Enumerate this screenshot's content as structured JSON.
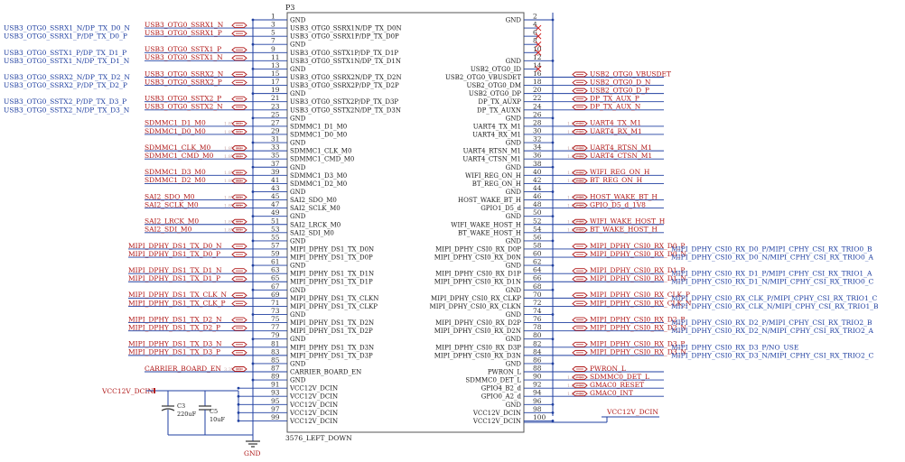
{
  "colors": {
    "wire": "#1f3fa0",
    "pin": "#333333",
    "box": "#555555",
    "net_blue": "#1f3fa0",
    "net_red": "#b01818",
    "noconn": "#d02020"
  },
  "component": {
    "ref": "P3",
    "name": "3576_LEFT_DOWN"
  },
  "capacitors": [
    {
      "ref": "C3",
      "value": "220uF"
    },
    {
      "ref": "C5",
      "value": "10uF"
    }
  ],
  "power": {
    "left_label": "VCC12V_DCIN",
    "right_label": "VCC12V_DCIN",
    "gnd_label": "GND"
  },
  "left_pins": [
    {
      "n": "1",
      "name": "GND"
    },
    {
      "n": "3",
      "name": "USB3_OTG0_SSRX1N/DP_TX_D0N",
      "net": "USB3_OTG0_SSRX1_N",
      "ext": "USB3_OTG0_SSRX1_N/DP_TX_D0_N"
    },
    {
      "n": "5",
      "name": "USB3_OTG0_SSRX1P/DP_TX_D0P",
      "net": "USB3_OTG0_SSRX1_P",
      "ext": "USB3_OTG0_SSRX1_P/DP_TX_D0_P"
    },
    {
      "n": "7",
      "name": "GND"
    },
    {
      "n": "9",
      "name": "USB3_OTG0_SSTX1P/DP_TX_D1P",
      "net": "USB3_OTG0_SSTX1_P",
      "ext": "USB3_OTG0_SSTX1_P/DP_TX_D1_P"
    },
    {
      "n": "11",
      "name": "USB3_OTG0_SSTX1N/DP_TX_D1N",
      "net": "USB3_OTG0_SSTX1_N",
      "ext": "USB3_OTG0_SSTX1_N/DP_TX_D1_N"
    },
    {
      "n": "13",
      "name": "GND"
    },
    {
      "n": "15",
      "name": "USB3_OTG0_SSRX2N/DP_TX_D2N",
      "net": "USB3_OTG0_SSRX2_N",
      "ext": "USB3_OTG0_SSRX2_N/DP_TX_D2_N"
    },
    {
      "n": "17",
      "name": "USB3_OTG0_SSRX2P/DP_TX_D2P",
      "net": "USB3_OTG0_SSRX2_P",
      "ext": "USB3_OTG0_SSRX2_P/DP_TX_D2_P"
    },
    {
      "n": "19",
      "name": "GND"
    },
    {
      "n": "21",
      "name": "USB3_OTG0_SSTX2P/DP_TX_D3P",
      "net": "USB3_OTG0_SSTX2_P",
      "ext": "USB3_OTG0_SSTX2_P/DP_TX_D3_P"
    },
    {
      "n": "23",
      "name": "USB3_OTG0_SSTX2N/DP_TX_D3N",
      "net": "USB3_OTG0_SSTX2_N",
      "ext": "USB3_OTG0_SSTX2_N/DP_TX_D3_N"
    },
    {
      "n": "25",
      "name": "GND"
    },
    {
      "n": "27",
      "name": "SDMMC1_D1_M0",
      "net": "SDMMC1_D1_M0",
      "v": "1.8V IO"
    },
    {
      "n": "29",
      "name": "SDMMC1_D0_M0",
      "net": "SDMMC1_D0_M0",
      "v": "1.8V IO"
    },
    {
      "n": "31",
      "name": "GND"
    },
    {
      "n": "33",
      "name": "SDMMC1_CLK_M0",
      "net": "SDMMC1_CLK_M0",
      "v": "1.8V IO"
    },
    {
      "n": "35",
      "name": "SDMMC1_CMD_M0",
      "net": "SDMMC1_CMD_M0",
      "v": "1.8V IO"
    },
    {
      "n": "37",
      "name": "GND"
    },
    {
      "n": "39",
      "name": "SDMMC1_D3_M0",
      "net": "SDMMC1_D3_M0",
      "v": "1.8V IO"
    },
    {
      "n": "41",
      "name": "SDMMC1_D2_M0",
      "net": "SDMMC1_D2_M0",
      "v": "1.8V IO"
    },
    {
      "n": "43",
      "name": "GND"
    },
    {
      "n": "45",
      "name": "SAI2_SDO_M0",
      "net": "SAI2_SDO_M0",
      "v": "1.8V IO"
    },
    {
      "n": "47",
      "name": "SAI2_SCLK_M0",
      "net": "SAI2_SCLK_M0",
      "v": "1.8V IO"
    },
    {
      "n": "49",
      "name": "GND"
    },
    {
      "n": "51",
      "name": "SAI2_LRCK_M0",
      "net": "SAI2_LRCK_M0",
      "v": "1.8V IO"
    },
    {
      "n": "53",
      "name": "SAI2_SDI_M0",
      "net": "SAI2_SDI_M0",
      "v": "1.8V IO"
    },
    {
      "n": "55",
      "name": "GND"
    },
    {
      "n": "57",
      "name": "MIPI_DPHY_DS1_TX_D0N",
      "net": "MIPI_DPHY_DS1_TX_D0_N"
    },
    {
      "n": "59",
      "name": "MIPI_DPHY_DS1_TX_D0P",
      "net": "MIPI_DPHY_DS1_TX_D0_P"
    },
    {
      "n": "61",
      "name": "GND"
    },
    {
      "n": "63",
      "name": "MIPI_DPHY_DS1_TX_D1N",
      "net": "MIPI_DPHY_DS1_TX_D1_N"
    },
    {
      "n": "65",
      "name": "MIPI_DPHY_DS1_TX_D1P",
      "net": "MIPI_DPHY_DS1_TX_D1_P"
    },
    {
      "n": "67",
      "name": "GND"
    },
    {
      "n": "69",
      "name": "MIPI_DPHY_DS1_TX_CLKN",
      "net": "MIPI_DPHY_DS1_TX_CLK_N"
    },
    {
      "n": "71",
      "name": "MIPI_DPHY_DS1_TX_CLKP",
      "net": "MIPI_DPHY_DS1_TX_CLK_P"
    },
    {
      "n": "73",
      "name": "GND"
    },
    {
      "n": "75",
      "name": "MIPI_DPHY_DS1_TX_D2N",
      "net": "MIPI_DPHY_DS1_TX_D2_N"
    },
    {
      "n": "77",
      "name": "MIPI_DPHY_DS1_TX_D2P",
      "net": "MIPI_DPHY_DS1_TX_D2_P"
    },
    {
      "n": "79",
      "name": "GND"
    },
    {
      "n": "81",
      "name": "MIPI_DPHY_DS1_TX_D3N",
      "net": "MIPI_DPHY_DS1_TX_D3_N"
    },
    {
      "n": "83",
      "name": "MIPI_DPHY_DS1_TX_D3P",
      "net": "MIPI_DPHY_DS1_TX_D3_P"
    },
    {
      "n": "85",
      "name": "GND"
    },
    {
      "n": "87",
      "name": "CARRIER_BOARD_EN",
      "net": "CARRIER_BOARD_EN",
      "v": "3.3V IO"
    },
    {
      "n": "89",
      "name": "GND"
    },
    {
      "n": "91",
      "name": "VCC12V_DCIN"
    },
    {
      "n": "93",
      "name": "VCC12V_DCIN"
    },
    {
      "n": "95",
      "name": "VCC12V_DCIN"
    },
    {
      "n": "97",
      "name": "VCC12V_DCIN"
    },
    {
      "n": "99",
      "name": "VCC12V_DCIN"
    }
  ],
  "right_pins": [
    {
      "n": "2",
      "name": "GND"
    },
    {
      "n": "4",
      "name": "",
      "nc": true
    },
    {
      "n": "6",
      "name": "",
      "nc": true
    },
    {
      "n": "8",
      "name": "",
      "nc": true
    },
    {
      "n": "10",
      "name": "",
      "nc": true
    },
    {
      "n": "12",
      "name": "GND"
    },
    {
      "n": "14",
      "name": "USB2_OTG0_ID",
      "nc": true
    },
    {
      "n": "16",
      "name": "USB2_OTG0_VBUSDET",
      "net": "USB2_OTG0_VBUSDET"
    },
    {
      "n": "18",
      "name": "USB2_OTG0_DM",
      "net": "USB2_OTG0_D_N"
    },
    {
      "n": "20",
      "name": "USB2_OTG0_DP",
      "net": "USB2_OTG0_D_P"
    },
    {
      "n": "22",
      "name": "DP_TX_AUXP",
      "net": "DP_TX_AUX_P"
    },
    {
      "n": "24",
      "name": "DP_TX_AUXN",
      "net": "DP_TX_AUX_N"
    },
    {
      "n": "26",
      "name": "GND"
    },
    {
      "n": "28",
      "name": "UART4_TX_M1",
      "net": "UART4_TX_M1",
      "v": "1.8V IO"
    },
    {
      "n": "30",
      "name": "UART4_RX_M1",
      "net": "UART4_RX_M1",
      "v": "1.8V IO"
    },
    {
      "n": "32",
      "name": "GND"
    },
    {
      "n": "34",
      "name": "UART4_RTSN_M1",
      "net": "UART4_RTSN_M1",
      "v": "1.8V IO"
    },
    {
      "n": "36",
      "name": "UART4_CTSN_M1",
      "net": "UART4_CTSN_M1",
      "v": "1.8V IO"
    },
    {
      "n": "38",
      "name": "GND"
    },
    {
      "n": "40",
      "name": "WIFI_REG_ON_H",
      "net": "WIFI_REG_ON_H",
      "v": "1.8V IO"
    },
    {
      "n": "42",
      "name": "BT_REG_ON_H",
      "net": "BT_REG_ON_H",
      "v": "1.8V IO"
    },
    {
      "n": "44",
      "name": "GND"
    },
    {
      "n": "46",
      "name": "HOST_WAKE_BT_H",
      "net": "HOST_WAKE_BT_H",
      "v": "1.8V IO"
    },
    {
      "n": "48",
      "name": "GPIO1_D5_d",
      "net": "GPIO_D5_d_1V8",
      "v": "1.8V IO"
    },
    {
      "n": "50",
      "name": "GND"
    },
    {
      "n": "52",
      "name": "WIFI_WAKE_HOST_H",
      "net": "WIFI_WAKE_HOST_H",
      "v": "1.8V IO"
    },
    {
      "n": "54",
      "name": "BT_WAKE_HOST_H",
      "net": "BT_WAKE_HOST_H",
      "v": "1.8V IO"
    },
    {
      "n": "56",
      "name": "GND"
    },
    {
      "n": "58",
      "name": "MIPI_DPHY_CSI0_RX_D0P",
      "net": "MIPI_DPHY_CSI0_RX_D0_P",
      "ext": "MIPI_DPHY_CSI0_RX_D0_P/MIPI_CPHY_CSI_RX_TRIO0_B"
    },
    {
      "n": "60",
      "name": "MIPI_DPHY_CSI0_RX_D0N",
      "net": "MIPI_DPHY_CSI0_RX_D0_N",
      "ext": "MIPI_DPHY_CSI0_RX_D0_N/MIPI_CPHY_CSI_RX_TRIO0_A"
    },
    {
      "n": "62",
      "name": "GND"
    },
    {
      "n": "64",
      "name": "MIPI_DPHY_CSI0_RX_D1P",
      "net": "MIPI_DPHY_CSI0_RX_D1_P",
      "ext": "MIPI_DPHY_CSI0_RX_D1_P/MIPI_CPHY_CSI_RX_TRIO1_A"
    },
    {
      "n": "66",
      "name": "MIPI_DPHY_CSI0_RX_D1N",
      "net": "MIPI_DPHY_CSI0_RX_D1_N",
      "ext": "MIPI_DPHY_CSI0_RX_D1_N/MIPI_CPHY_CSI_RX_TRIO0_C"
    },
    {
      "n": "68",
      "name": "GND"
    },
    {
      "n": "70",
      "name": "MIPI_DPHY_CSI0_RX_CLKP",
      "net": "MIPI_DPHY_CSI0_RX_CLK_P",
      "ext": "MIPI_DPHY_CSI0_RX_CLK_P/MIPI_CPHY_CSI_RX_TRIO1_C"
    },
    {
      "n": "72",
      "name": "MIPI_DPHY_CSI0_RX_CLKN",
      "net": "MIPI_DPHY_CSI0_RX_CLK_N",
      "ext": "MIPI_DPHY_CSI0_RX_CLK_N/MIPI_CPHY_CSI_RX_TRIO1_B"
    },
    {
      "n": "74",
      "name": "GND"
    },
    {
      "n": "76",
      "name": "MIPI_DPHY_CSI0_RX_D2P",
      "net": "MIPI_DPHY_CSI0_RX_D2_P",
      "ext": "MIPI_DPHY_CSI0_RX_D2_P/MIPI_CPHY_CSI_RX_TRIO2_B"
    },
    {
      "n": "78",
      "name": "MIPI_DPHY_CSI0_RX_D2N",
      "net": "MIPI_DPHY_CSI0_RX_D2_N",
      "ext": "MIPI_DPHY_CSI0_RX_D2_N/MIPI_CPHY_CSI_RX_TRIO2_A"
    },
    {
      "n": "80",
      "name": "GND"
    },
    {
      "n": "82",
      "name": "MIPI_DPHY_CSI0_RX_D3P",
      "net": "MIPI_DPHY_CSI0_RX_D3_P",
      "ext": "MIPI_DPHY_CSI0_RX_D3_P/NO_USE"
    },
    {
      "n": "84",
      "name": "MIPI_DPHY_CSI0_RX_D3N",
      "net": "MIPI_DPHY_CSI0_RX_D3_N",
      "ext": "MIPI_DPHY_CSI0_RX_D3_N/MIPI_CPHY_CSI_RX_TRIO2_C"
    },
    {
      "n": "86",
      "name": "GND"
    },
    {
      "n": "88",
      "name": "PWRON_L",
      "net": "PWRON_L"
    },
    {
      "n": "90",
      "name": "SDMMC0_DET_L",
      "net": "SDMMC0_DET_L",
      "v": "1.8V IO"
    },
    {
      "n": "92",
      "name": "GPIO4_B2_d",
      "net": "GMAC0_RESET",
      "v": "1.8V IO"
    },
    {
      "n": "94",
      "name": "GPIO0_A2_d",
      "net": "GMAC0_INT",
      "v": "1.8V IO"
    },
    {
      "n": "96",
      "name": "GND"
    },
    {
      "n": "98",
      "name": "VCC12V_DCIN"
    },
    {
      "n": "100",
      "name": "VCC12V_DCIN"
    }
  ]
}
